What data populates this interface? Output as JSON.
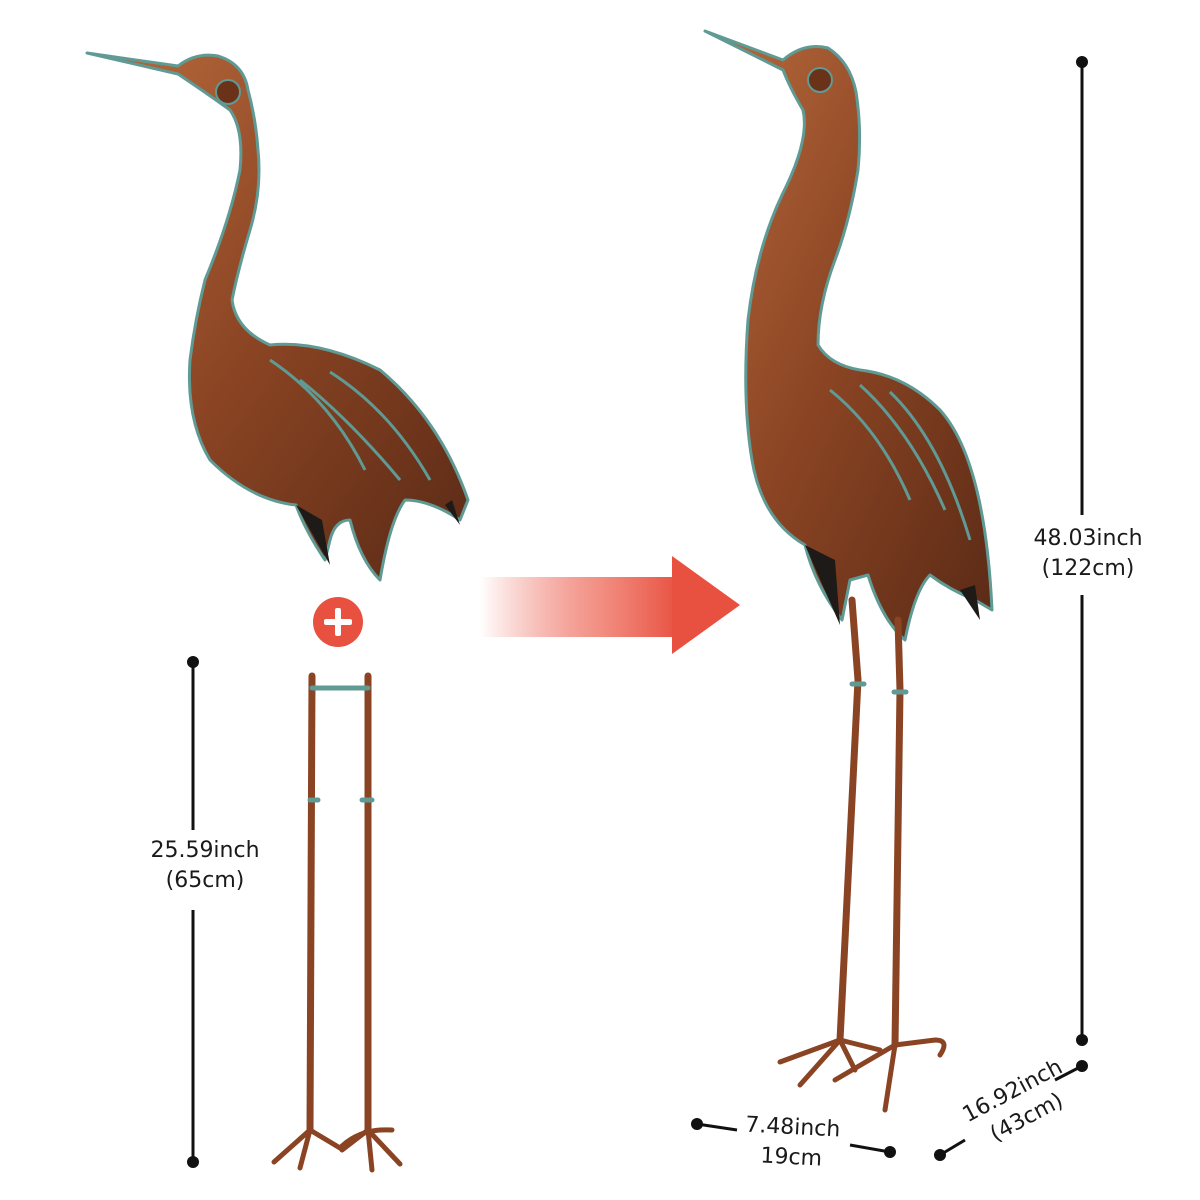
{
  "dimensions": {
    "body_height": {
      "inch": "25.59inch",
      "cm": "(65cm)"
    },
    "total_height": {
      "inch": "48.03inch",
      "cm": "(122cm)"
    },
    "width": {
      "inch": "7.48inch",
      "cm": "19cm"
    },
    "depth": {
      "inch": "16.92inch",
      "cm": "(43cm)"
    }
  },
  "icons": {
    "plus": "plus-icon",
    "arrow": "right-arrow-icon"
  },
  "colors": {
    "background": "#ffffff",
    "copper": "#8a4423",
    "copper_light": "#b86a3c",
    "verdigris": "#5f9a95",
    "accent_red": "#e8503f",
    "dimension_line": "#111111"
  }
}
